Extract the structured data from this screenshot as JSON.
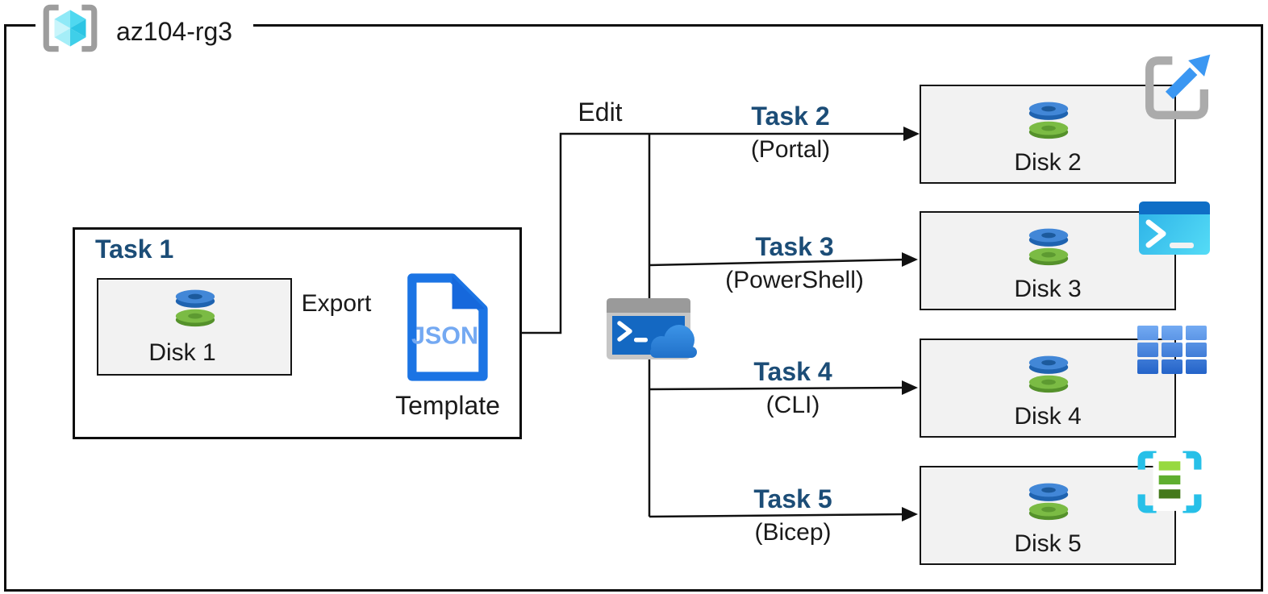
{
  "resource_group": {
    "name": "az104-rg3"
  },
  "task1": {
    "title": "Task 1",
    "disk_label": "Disk 1",
    "export_label": "Export",
    "json_badge": "JSON",
    "template_label": "Template"
  },
  "edit_label": "Edit",
  "branches": [
    {
      "task": "Task 2",
      "method": "(Portal)",
      "disk_label": "Disk 2"
    },
    {
      "task": "Task 3",
      "method": "(PowerShell)",
      "disk_label": "Disk 3"
    },
    {
      "task": "Task 4",
      "method": "(CLI)",
      "disk_label": "Disk 4"
    },
    {
      "task": "Task 5",
      "method": "(Bicep)",
      "disk_label": "Disk 5"
    }
  ],
  "icons": {
    "resource_group": "resource-group-icon",
    "disk": "managed-disk-icon",
    "json_template": "json-file-icon",
    "cloud_shell": "cloud-shell-icon",
    "portal": "open-portal-icon",
    "powershell": "powershell-terminal-icon",
    "cli": "cli-grid-icon",
    "bicep": "bicep-template-icon"
  },
  "colors": {
    "task_label": "#1c4d77",
    "line": "#111111",
    "box_fill": "#f2f2f2",
    "disk_blue": "#4287d7",
    "disk_green": "#7bbb44",
    "azure_blue": "#1b74e4",
    "rg_cyan": "#50e6ff"
  }
}
